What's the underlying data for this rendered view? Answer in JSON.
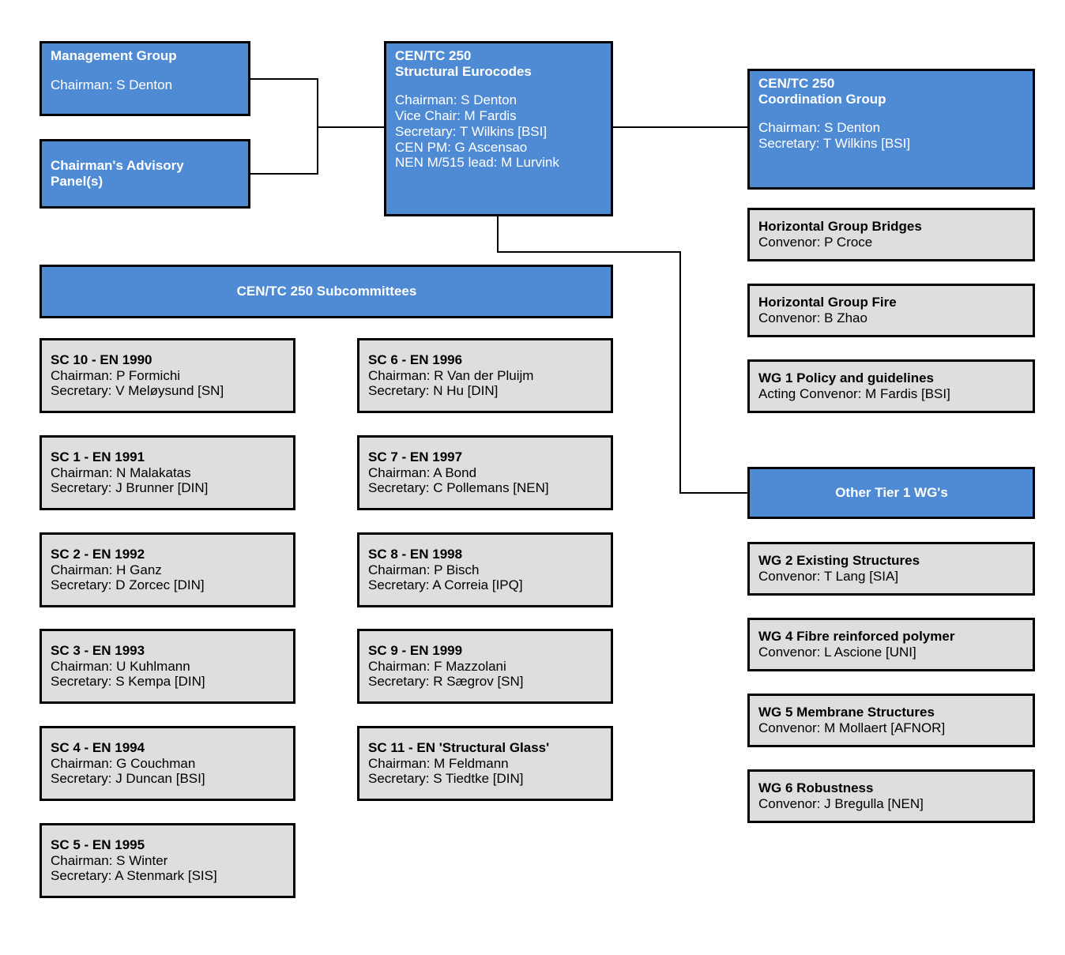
{
  "diagram": {
    "title": "CEN/TC 250 Structural Eurocodes organisation chart",
    "colors": {
      "blue": "#4E8BD4",
      "gray": "#DEDEDE",
      "border": "#000000",
      "blue_text": "#FFFFFF",
      "gray_text": "#000000"
    }
  },
  "management_group": {
    "title": "Management Group",
    "body": "Chairman: S Denton"
  },
  "advisory_panel": {
    "title": "Chairman's Advisory\nPanel(s)"
  },
  "tc250": {
    "title": "CEN/TC 250\nStructural Eurocodes",
    "body": "Chairman: S Denton\nVice Chair: M Fardis\nSecretary: T Wilkins [BSI]\nCEN PM: G Ascensao\nNEN M/515 lead: M Lurvink"
  },
  "coordination_group": {
    "title": "CEN/TC 250\nCoordination Group",
    "body": "Chairman: S Denton\nSecretary: T Wilkins [BSI]"
  },
  "horizontal_groups": [
    {
      "title": "Horizontal Group Bridges",
      "body": "Convenor: P Croce"
    },
    {
      "title": "Horizontal Group Fire",
      "body": "Convenor: B Zhao"
    },
    {
      "title": "WG 1 Policy and guidelines",
      "body": "Acting Convenor: M Fardis [BSI]"
    }
  ],
  "other_tier1_header": {
    "title": "Other Tier 1 WG's"
  },
  "other_tier1_wgs": [
    {
      "title": "WG 2 Existing Structures",
      "body": "Convenor: T Lang [SIA]"
    },
    {
      "title": "WG 4 Fibre reinforced polymer",
      "body": "Convenor: L Ascione [UNI]"
    },
    {
      "title": "WG 5 Membrane Structures",
      "body": "Convenor: M Mollaert [AFNOR]"
    },
    {
      "title": "WG 6 Robustness",
      "body": "Convenor: J Bregulla [NEN]"
    }
  ],
  "subcommittees_header": {
    "title": "CEN/TC 250 Subcommittees"
  },
  "subcommittees_left": [
    {
      "title": "SC 10 - EN 1990",
      "body": "Chairman: P Formichi\nSecretary: V Meløysund [SN]"
    },
    {
      "title": "SC 1 - EN 1991",
      "body": "Chairman: N Malakatas\nSecretary: J Brunner [DIN]"
    },
    {
      "title": "SC 2 - EN 1992",
      "body": "Chairman: H Ganz\nSecretary: D Zorcec [DIN]"
    },
    {
      "title": "SC 3 - EN 1993",
      "body": "Chairman: U Kuhlmann\nSecretary: S Kempa [DIN]"
    },
    {
      "title": "SC 4 - EN 1994",
      "body": "Chairman: G Couchman\nSecretary: J Duncan [BSI]"
    },
    {
      "title": "SC 5 - EN 1995",
      "body": "Chairman: S Winter\nSecretary: A Stenmark [SIS]"
    }
  ],
  "subcommittees_right": [
    {
      "title": "SC 6 - EN 1996",
      "body": "Chairman: R Van der Pluijm\nSecretary: N Hu [DIN]"
    },
    {
      "title": "SC 7 - EN 1997",
      "body": "Chairman: A Bond\nSecretary: C Pollemans [NEN]"
    },
    {
      "title": "SC 8 - EN 1998",
      "body": "Chairman: P Bisch\nSecretary: A Correia [IPQ]"
    },
    {
      "title": "SC 9 - EN 1999",
      "body": "Chairman: F Mazzolani\nSecretary: R Sægrov [SN]"
    },
    {
      "title": "SC 11 - EN 'Structural Glass'",
      "body": "Chairman: M Feldmann\nSecretary: S Tiedtke [DIN]"
    }
  ]
}
